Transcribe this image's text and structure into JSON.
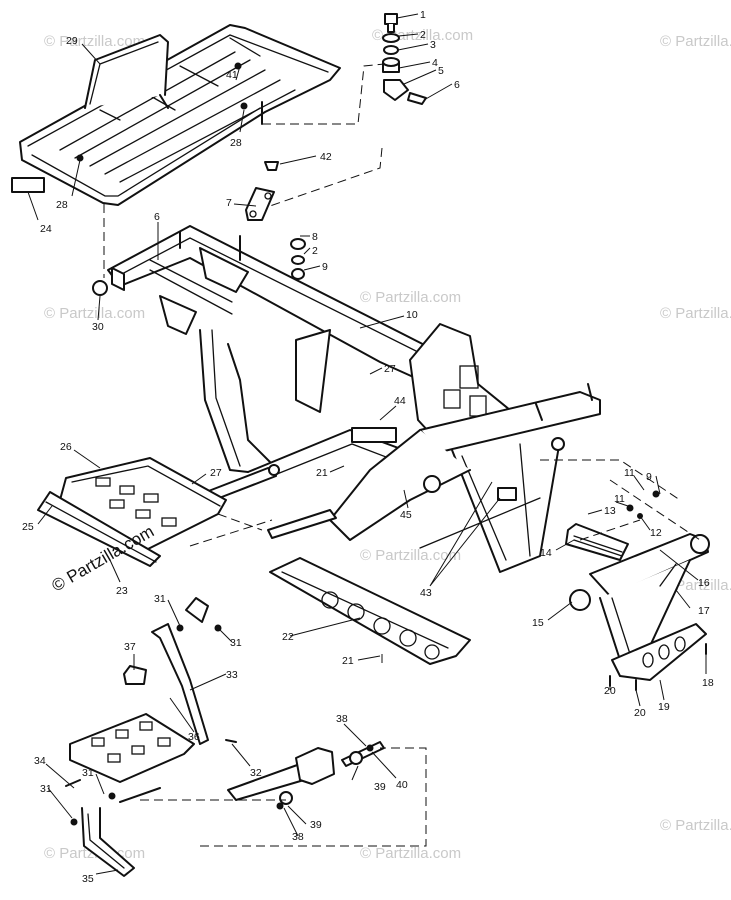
{
  "watermark": "© Partzilla.com",
  "copyright": "© Partzilla.com",
  "callouts": [
    "1",
    "2",
    "3",
    "4",
    "5",
    "6",
    "28",
    "29",
    "41",
    "24",
    "28",
    "42",
    "7",
    "6",
    "8",
    "2",
    "9",
    "30",
    "10",
    "27",
    "44",
    "26",
    "27",
    "21",
    "45",
    "11",
    "9",
    "13",
    "11",
    "12",
    "14",
    "16",
    "43",
    "25",
    "23",
    "22",
    "15",
    "17",
    "31",
    "31",
    "21",
    "37",
    "33",
    "20",
    "19",
    "18",
    "20",
    "36",
    "38",
    "34",
    "32",
    "40",
    "31",
    "39",
    "31",
    "39",
    "38",
    "35"
  ],
  "colors": {
    "line": "#111111",
    "watermark": "#c9c9c9",
    "background": "#ffffff"
  }
}
